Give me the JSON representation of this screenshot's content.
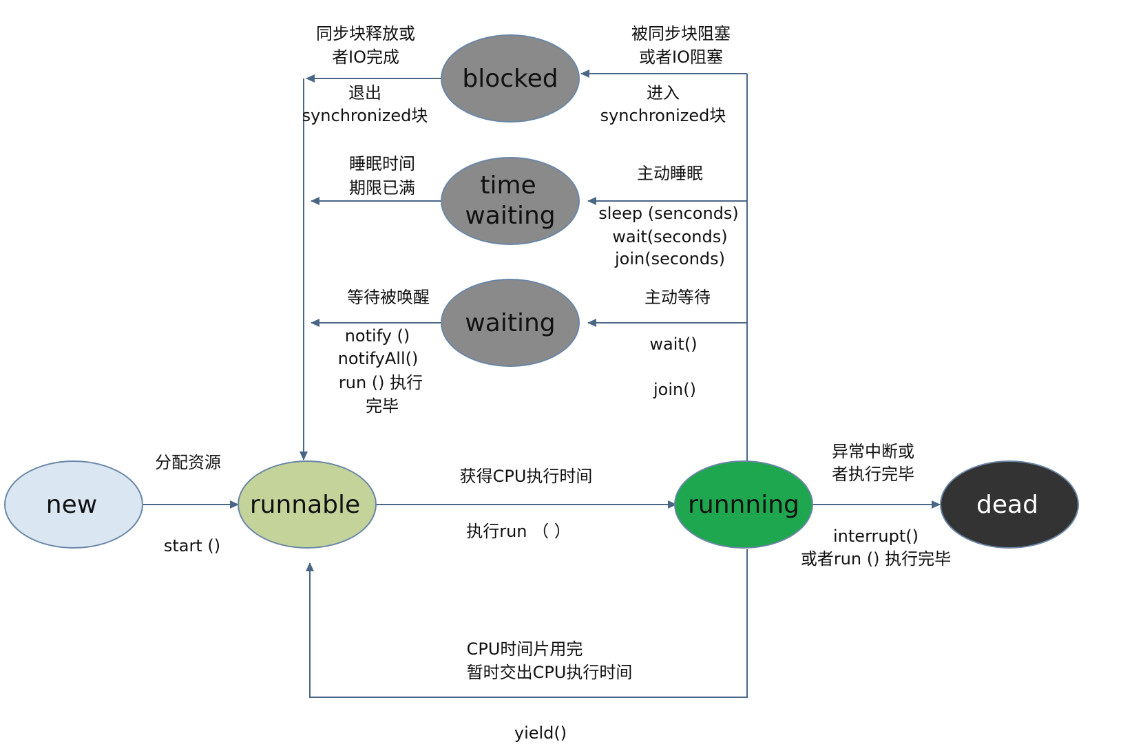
{
  "colors": {
    "edge": "#4a6686",
    "new_fill": "#dae6f2",
    "runnable_fill": "#c3d39a",
    "running_fill": "#1ea74e",
    "blocked_fill": "#8a8a8a",
    "dead_fill": "#333333",
    "dark_text": "#111111",
    "light_text": "#ffffff"
  },
  "states": {
    "new": "new",
    "runnable": "runnable",
    "running": "runnning",
    "blocked": "blocked",
    "time_waiting_line1": "time",
    "time_waiting_line2": "waiting",
    "waiting": "waiting",
    "dead": "dead"
  },
  "labels": {
    "alloc": "分配资源",
    "start": "start ()",
    "get_cpu": "获得CPU执行时间",
    "exec_run": "执行run （ ）",
    "abnormal_1": "异常中断或",
    "abnormal_2": "者执行完毕",
    "interrupt": "interrupt()",
    "or_run_finish": "或者run () 执行完毕",
    "cpu_slice": "CPU时间片用完",
    "yield_cpu": "暂时交出CPU执行时间",
    "yield": "yield()",
    "blocked_in_1": "被同步块阻塞",
    "blocked_in_2": "或者IO阻塞",
    "enter": "进入",
    "sync_block_in": "synchronized块",
    "blocked_out_1": "同步块释放或",
    "blocked_out_2": "者IO完成",
    "exit": "退出",
    "sync_block_out": "synchronized块",
    "active_sleep": "主动睡眠",
    "sleep": "sleep (senconds)",
    "wait_seconds": "wait(seconds)",
    "join_seconds": "join(seconds)",
    "sleep_expired_1": "睡眠时间",
    "sleep_expired_2": "期限已满",
    "active_wait": "主动等待",
    "wait": "wait()",
    "join": "join()",
    "awaken": "等待被唤醒",
    "notify": "notify ()",
    "notify_all": "notifyAll()",
    "run_finish_1": "run () 执行",
    "run_finish_2": "完毕"
  }
}
